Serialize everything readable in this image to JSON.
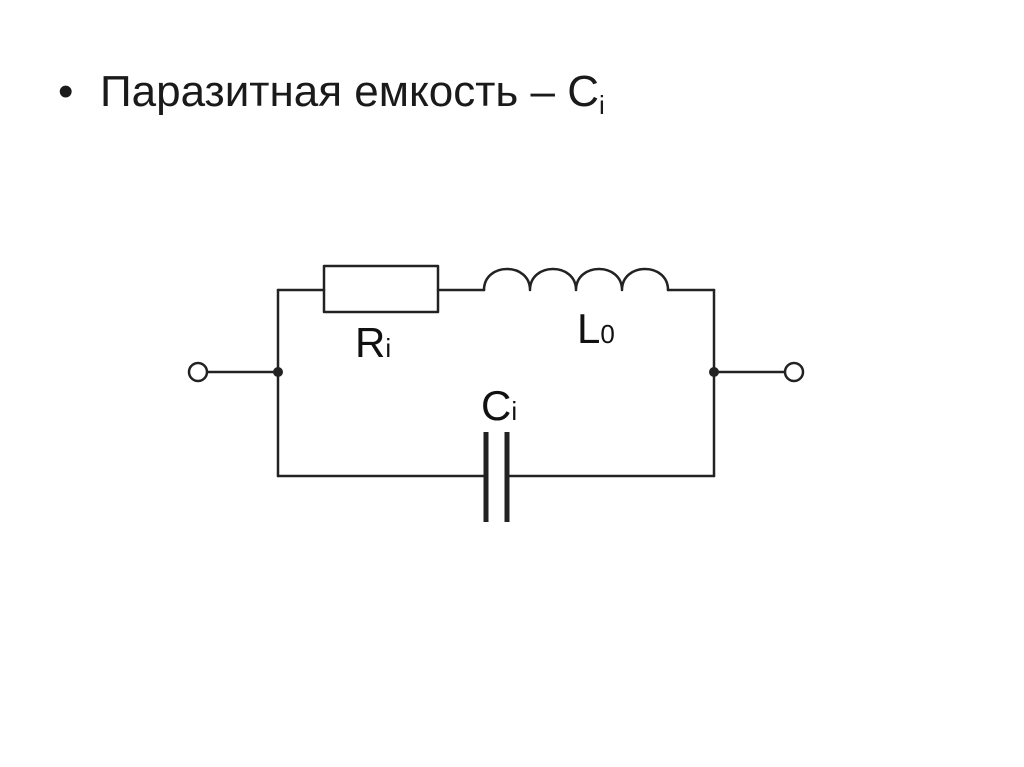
{
  "title": {
    "bullet": "•",
    "text": "Паразитная емкость – C",
    "subscript": "i"
  },
  "circuit": {
    "resistor": {
      "symbol": "R",
      "subscript": "i"
    },
    "inductor": {
      "symbol": "L",
      "subscript": "0"
    },
    "capacitor": {
      "symbol": "C",
      "subscript": "i"
    }
  },
  "colors": {
    "wire": "#222222",
    "text": "#111111"
  }
}
